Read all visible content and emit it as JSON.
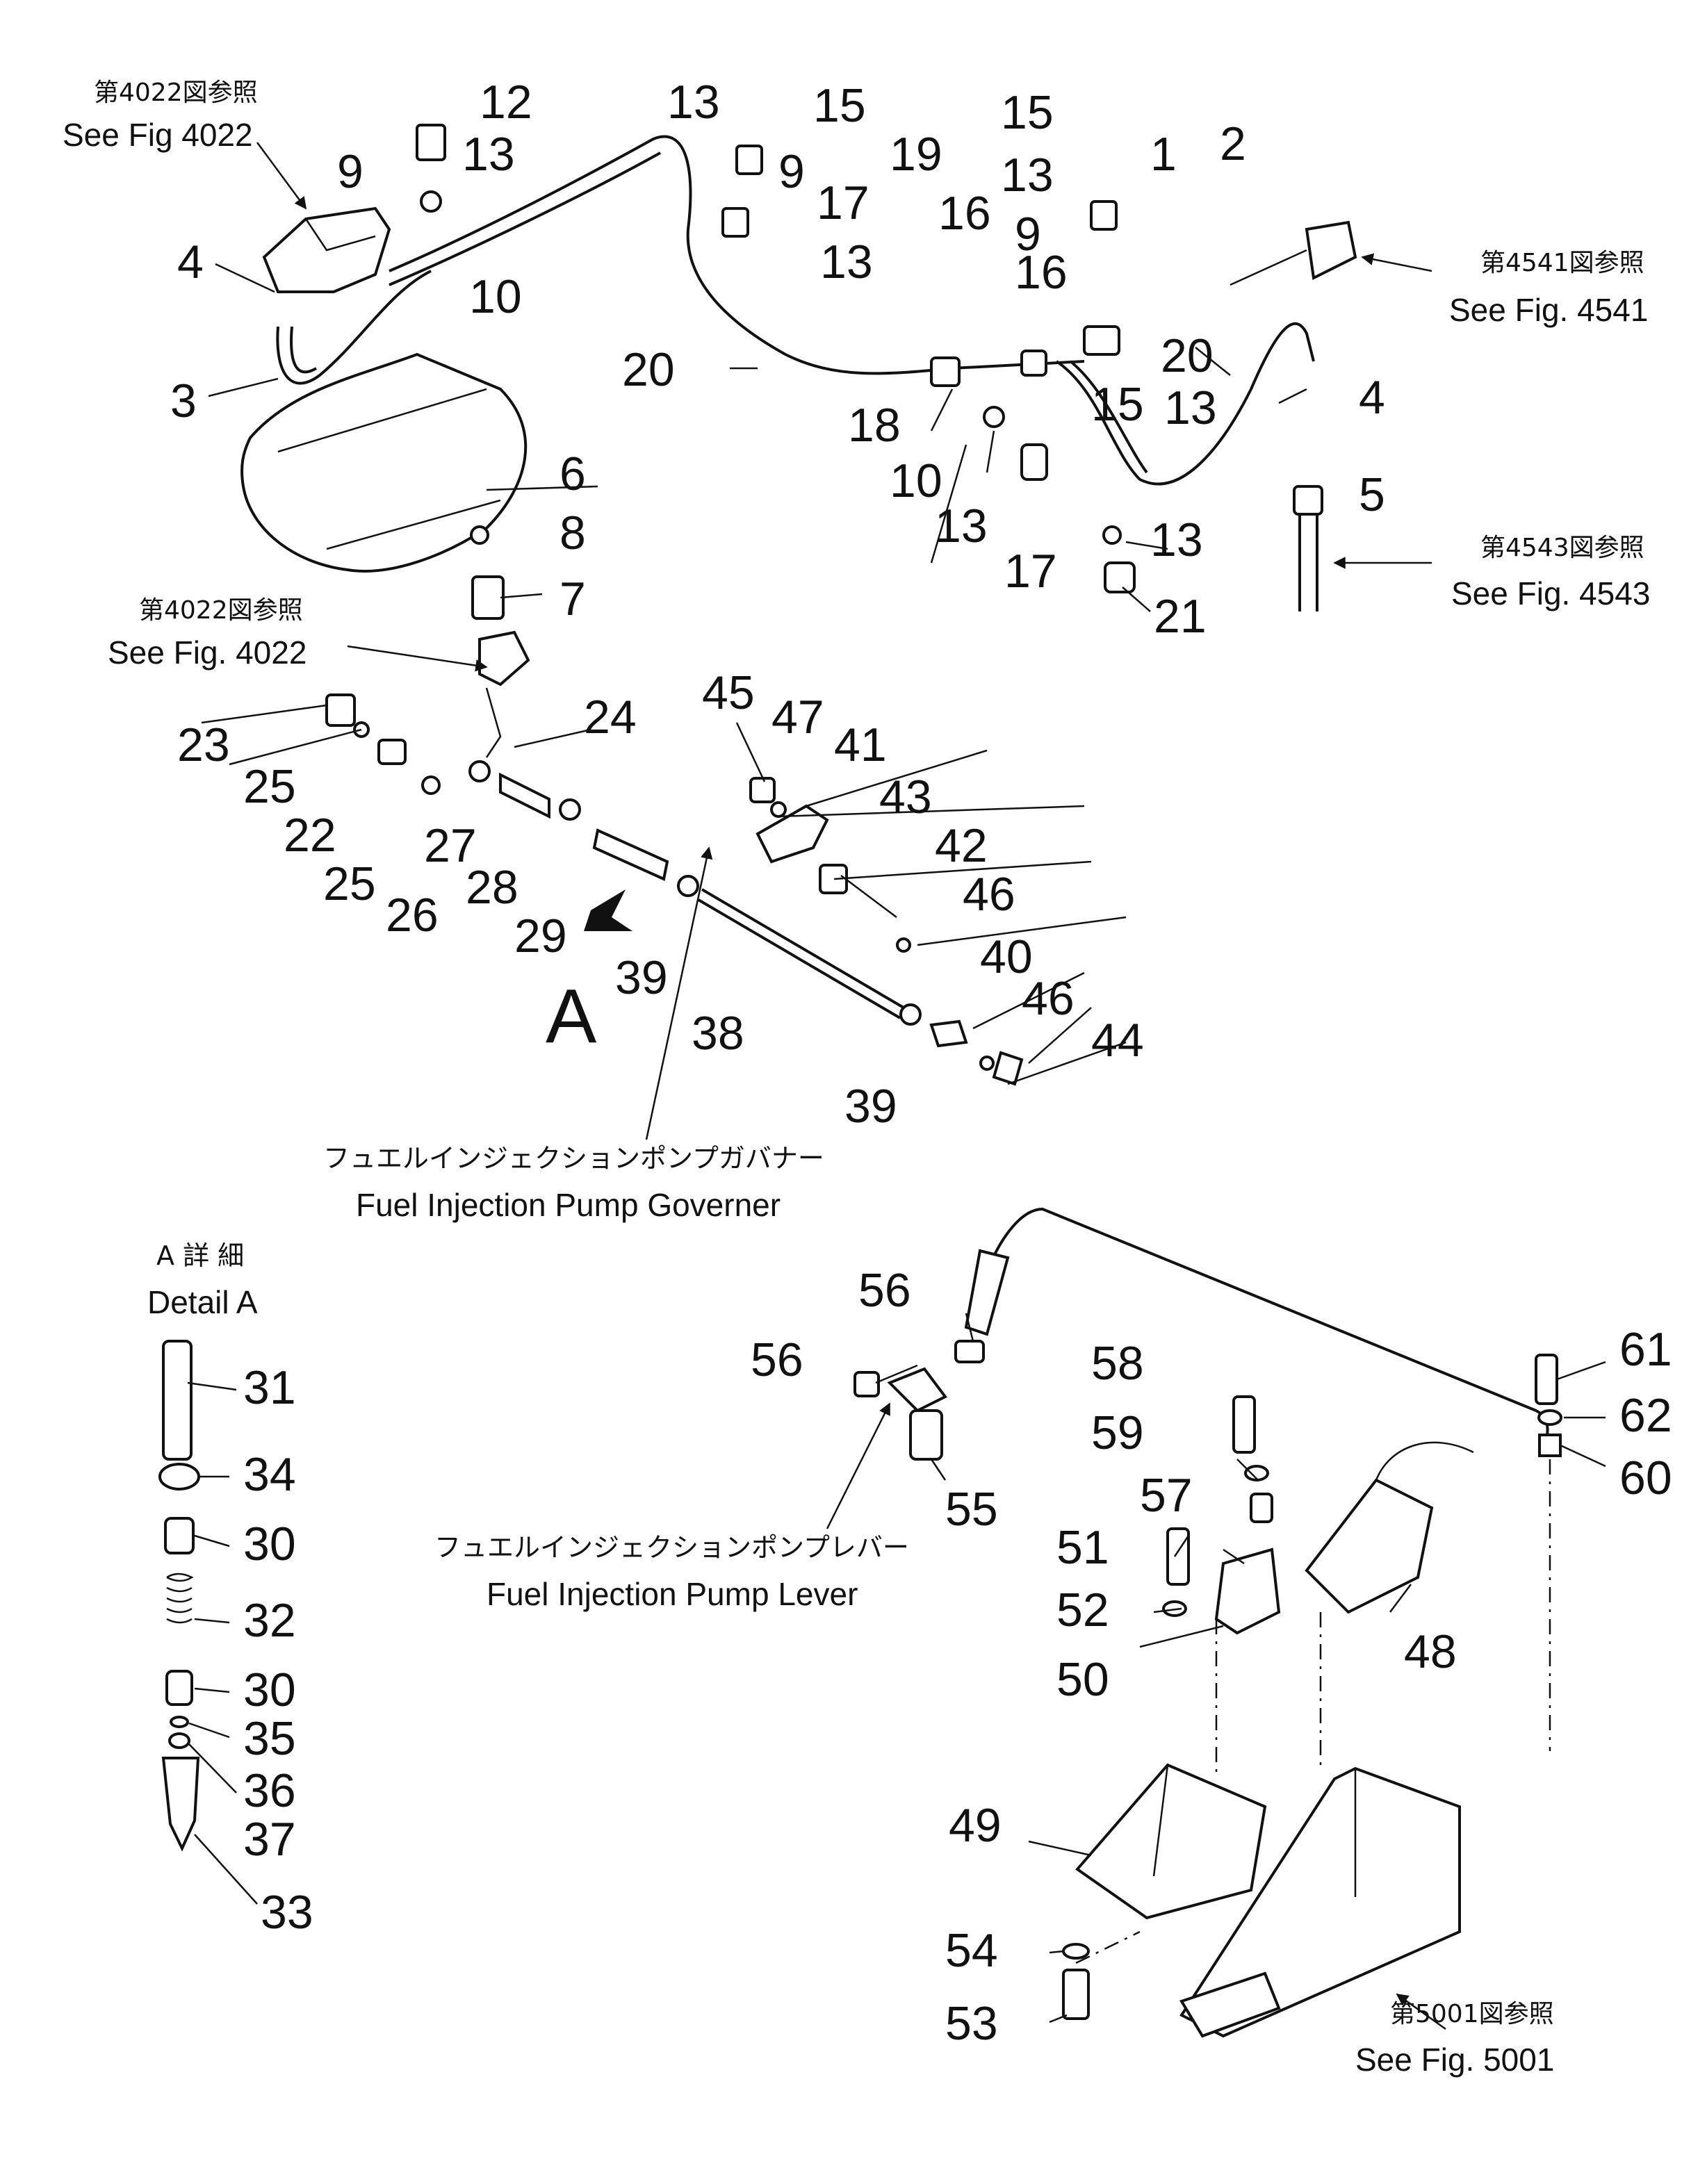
{
  "references": {
    "fig4022_top_jp": "第4022図参照",
    "fig4022_top_en": "See Fig 4022",
    "fig4022_mid_jp": "第4022図参照",
    "fig4022_mid_en": "See Fig. 4022",
    "fig4541_jp": "第4541図参照",
    "fig4541_en": "See Fig. 4541",
    "fig4543_jp": "第4543図参照",
    "fig4543_en": "See Fig. 4543",
    "fig5001_jp": "第5001図参照",
    "fig5001_en": "See Fig. 5001"
  },
  "captions": {
    "governor_jp": "フュエルインジェクションポンプガバナー",
    "governor_en": "Fuel Injection Pump Governer",
    "lever_jp": "フュエルインジェクションポンプレバー",
    "lever_en": "Fuel Injection Pump Lever",
    "detail_jp": "A 詳 細",
    "detail_en": "Detail A",
    "detail_marker": "A"
  },
  "part_numbers": {
    "p1": "1",
    "p2": "2",
    "p3": "3",
    "p4a": "4",
    "p4b": "4",
    "p5": "5",
    "p6": "6",
    "p7": "7",
    "p8": "8",
    "p9a": "9",
    "p9b": "9",
    "p9c": "9",
    "p10a": "10",
    "p10b": "10",
    "p12": "12",
    "p13a": "13",
    "p13b": "13",
    "p13c": "13",
    "p13d": "13",
    "p13e": "13",
    "p13f": "13",
    "p13g": "13",
    "p15a": "15",
    "p15b": "15",
    "p15c": "15",
    "p16a": "16",
    "p16b": "16",
    "p17a": "17",
    "p17b": "17",
    "p18": "18",
    "p19": "19",
    "p20a": "20",
    "p20b": "20",
    "p21": "21",
    "p22": "22",
    "p23": "23",
    "p24": "24",
    "p25a": "25",
    "p25b": "25",
    "p26": "26",
    "p27": "27",
    "p28": "28",
    "p29": "29",
    "p30a": "30",
    "p30b": "30",
    "p31": "31",
    "p32": "32",
    "p33": "33",
    "p34": "34",
    "p35": "35",
    "p36": "36",
    "p37": "37",
    "p38": "38",
    "p39a": "39",
    "p39b": "39",
    "p40": "40",
    "p41": "41",
    "p42": "42",
    "p43": "43",
    "p44": "44",
    "p45": "45",
    "p46a": "46",
    "p46b": "46",
    "p47": "47",
    "p48": "48",
    "p49": "49",
    "p50": "50",
    "p51": "51",
    "p52": "52",
    "p53": "53",
    "p54": "54",
    "p55": "55",
    "p56a": "56",
    "p56b": "56",
    "p57": "57",
    "p58": "58",
    "p59": "59",
    "p60": "60",
    "p61": "61",
    "p62": "62"
  }
}
